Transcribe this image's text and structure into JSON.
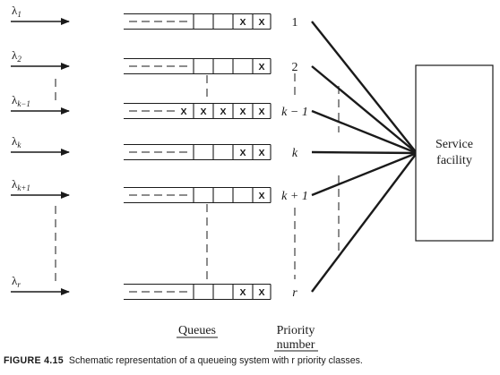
{
  "caption": {
    "label": "FIGURE 4.15",
    "text": "Schematic representation of a queueing system with r priority classes."
  },
  "service_label": [
    "Service",
    "facility"
  ],
  "queues_label": "Queues",
  "priority_label": [
    "Priority",
    "number"
  ],
  "mark_glyph": "X",
  "rows": [
    {
      "lambda": "λ",
      "sub": "1",
      "priority": "1",
      "marks": [
        false,
        false,
        true,
        true
      ]
    },
    {
      "lambda": "λ",
      "sub": "2",
      "priority": "2",
      "marks": [
        false,
        false,
        false,
        true
      ]
    },
    {
      "lambda": "λ",
      "sub": "k−1",
      "priority": "k − 1",
      "marks": [
        true,
        true,
        true,
        true
      ]
    },
    {
      "lambda": "λ",
      "sub": "k",
      "priority": "k",
      "marks": [
        false,
        false,
        true,
        true
      ]
    },
    {
      "lambda": "λ",
      "sub": "k+1",
      "priority": "k + 1",
      "marks": [
        false,
        false,
        false,
        true
      ]
    },
    {
      "lambda": "λ",
      "sub": "r",
      "priority": "r",
      "marks": [
        false,
        false,
        true,
        true
      ]
    }
  ]
}
